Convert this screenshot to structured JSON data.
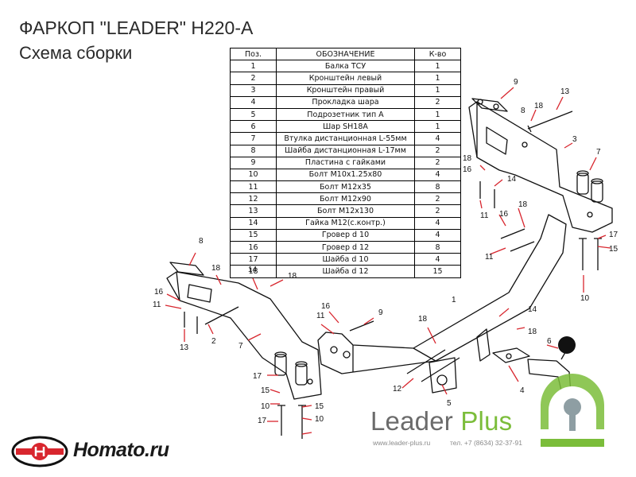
{
  "title": "ФАРКОП \"LEADER\" H220-A",
  "subtitle": "Схема сборки",
  "parts_table": {
    "headers": [
      "Поз.",
      "ОБОЗНАЧЕНИЕ",
      "К-во"
    ],
    "rows": [
      [
        "1",
        "Балка ТСУ",
        "1"
      ],
      [
        "2",
        "Кронштейн левый",
        "1"
      ],
      [
        "3",
        "Кронштейн правый",
        "1"
      ],
      [
        "4",
        "Прокладка шара",
        "2"
      ],
      [
        "5",
        "Подрозетник тип А",
        "1"
      ],
      [
        "6",
        "Шар SH18A",
        "1"
      ],
      [
        "7",
        "Втулка дистанционная L-55мм",
        "4"
      ],
      [
        "8",
        "Шайба дистанционная L-17мм",
        "2"
      ],
      [
        "9",
        "Пластина с гайками",
        "2"
      ],
      [
        "10",
        "Болт М10х1.25х80",
        "4"
      ],
      [
        "11",
        "Болт М12х35",
        "8"
      ],
      [
        "12",
        "Болт М12х90",
        "2"
      ],
      [
        "13",
        "Болт М12х130",
        "2"
      ],
      [
        "14",
        "Гайка М12(с.контр.)",
        "4"
      ],
      [
        "15",
        "Гровер d 10",
        "4"
      ],
      [
        "16",
        "Гровер d 12",
        "8"
      ],
      [
        "17",
        "Шайба d 10",
        "4"
      ],
      [
        "18",
        "Шайба d 12",
        "15"
      ]
    ]
  },
  "callouts": [
    "9",
    "8",
    "18",
    "13",
    "3",
    "7",
    "18",
    "16",
    "14",
    "11",
    "16",
    "18",
    "17",
    "15",
    "11",
    "10",
    "1",
    "14",
    "18",
    "6",
    "4",
    "12",
    "5",
    "18",
    "16",
    "11",
    "9",
    "8",
    "18",
    "14",
    "18",
    "16",
    "11",
    "13",
    "2",
    "7",
    "17",
    "15",
    "10",
    "17",
    "15",
    "10"
  ],
  "brand": {
    "name_a": "Leader",
    "name_b": "Plus",
    "website": "www.leader-plus.ru",
    "phone": "тел. +7 (8634) 32-37-91",
    "accent": "#7bbd3a",
    "gray": "#6b6b6b"
  },
  "watermark": {
    "name": "Homato.ru",
    "red": "#d8262e"
  }
}
